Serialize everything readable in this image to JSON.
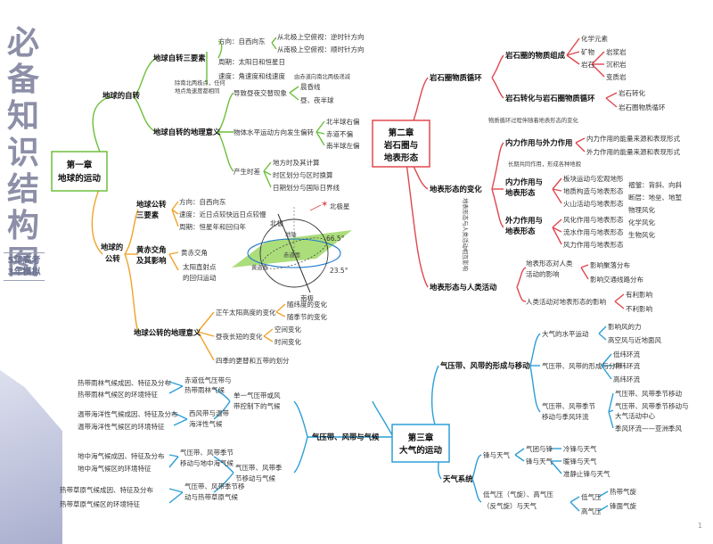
{
  "sidebar": {
    "title": "必备知识结构图",
    "subtitle": "5年高考 3年模拟"
  },
  "page_number": "1",
  "ch1": {
    "title1": "第一章",
    "title2": "地球的运动",
    "rotation": {
      "label": "地球的自转",
      "three": {
        "label": "地球自转三要素",
        "dir": "方向：自西向东",
        "dir_n": "从北极上空俯视：逆时针方向",
        "dir_s": "从南极上空俯视：顺时针方向",
        "period": "周期：太阳日和恒星日",
        "speed": "速度：角速度和线速度",
        "speed_note": "由赤道向南北两极递减",
        "pole_note": "除南北两极点，任何地点角速度都相同"
      },
      "sig": {
        "label": "地球自转的地理意义",
        "daynight": "导致昼夜交替现象",
        "daynight_a": "晨昏线",
        "daynight_b": "昼、夜半球",
        "deflect": "物体水平运动方向发生偏转",
        "deflect_n": "北半球右偏",
        "deflect_e": "赤道不偏",
        "deflect_s": "南半球左偏",
        "time": "产生时差",
        "time_a": "地方时及其计算",
        "time_b": "时区划分与区时换算",
        "time_c": "日期划分与国际日界线"
      }
    },
    "revolution": {
      "label": "地球的公转",
      "three": {
        "label": "地球公转三要素",
        "dir": "方向：自西向东",
        "speed": "速度：近日点较快远日点较慢",
        "period": "周期：恒星年和回归年"
      },
      "ecliptic": {
        "label": "黄赤交角及其影响",
        "a": "黄赤交角",
        "b": "太阳直射点的回归运动"
      },
      "diagram": {
        "north_star": "北极星",
        "north_pole": "北极",
        "south_pole": "南极",
        "angle1": "66.5°",
        "angle2": "23.5°",
        "ecliptic_plane": "黄道面",
        "equator_plane": "赤道面",
        "axis_label": "地轴"
      },
      "sig": {
        "label": "地球公转的地理意义",
        "noon": "正午太阳高度的变化",
        "noon_a": "随纬度的变化",
        "noon_b": "随季节的变化",
        "daylen": "昼夜长短的变化",
        "daylen_a": "空间变化",
        "daylen_b": "时间变化",
        "seasons": "四季的更替和五带的划分"
      }
    }
  },
  "ch2": {
    "title1": "第二章",
    "title2": "岩石圈与",
    "title3": "地表形态",
    "rock": {
      "label": "岩石圈物质循环",
      "comp": "岩石圈的物质组成",
      "c1": "化学元素",
      "c2": "矿物",
      "c3": "岩石",
      "r1": "岩浆岩",
      "r2": "沉积岩",
      "r3": "变质岩",
      "trans": "岩石转化与岩石圈物质循环",
      "t1": "岩石转化",
      "t2": "岩石圈物质循环",
      "note": "物质循环过程伴随着地表形态的变化"
    },
    "landform": {
      "label": "地表形态的变化",
      "io": "内力作用与外力作用",
      "io_a": "内力作用的能量来源和表现形式",
      "io_b": "外力作用的能量来源和表现形式",
      "io_note": "长期共同作用，形成各种地貌",
      "plate": "内力作用与地表形态",
      "plate_a": "板块运动与宏观地形",
      "plate_b": "地质构造与地表形态",
      "plate_c": "火山活动与地表形态",
      "weather": "外力作用与地表形态",
      "w_a": "风化作用与地表形态",
      "w_b": "流水作用与地表形态",
      "w_c": "风力作用与地表形态",
      "fold": "褶皱：背斜、向斜",
      "fault": "断层：地垒、地堑",
      "phys": "物理风化",
      "chem": "化学风化",
      "bio": "生物风化",
      "vnote": "地表形态与人类活动相互影响"
    },
    "human": {
      "label": "地表形态与人类活动",
      "h1": "地表形态对人类活动的影响",
      "h1a": "影响聚落分布",
      "h1b": "影响交通线路分布",
      "h2": "人类活动对地表形态的影响",
      "h2a": "有利影响",
      "h2b": "不利影响"
    }
  },
  "ch3": {
    "title1": "第三章",
    "title2": "大气的运动",
    "pressure": {
      "label": "气压带、风带的形成与移动",
      "hw": "大气的水平运动",
      "hw_a": "影响风的力",
      "hw_b": "高空风与近地面风",
      "belt": "气压带、风带的形成与分带",
      "belt_a": "低纬环流",
      "belt_b": "中纬环流",
      "belt_c": "高纬环流",
      "move": "气压带、风带季节移动与季风环流",
      "move_a": "气压带、风带季节移动",
      "move_b": "气压带、风带季节移动与大气活动中心",
      "move_c": "季风环流——亚洲季风"
    },
    "system": {
      "label": "天气系统",
      "front": "锋与天气",
      "f1": "气团与锋",
      "f2": "锋与天气",
      "f1a": "冷锋与天气",
      "f2a": "暖锋与天气",
      "f2b": "准静止锋与天气",
      "cyc": "低气压（气旋）、高气压（反气旋）与天气",
      "low": "低气压",
      "high": "高气压",
      "low_a": "热带气旋",
      "high_a": "锋面气旋"
    },
    "climate": {
      "label": "气压带、风带与气候",
      "single": "单一气压带或风带控制下的气候",
      "s1": "赤道低气压带与热带雨林气候",
      "s1a": "热带雨林气候成因、特征及分布",
      "s1b": "热带雨林气候区的环境特征",
      "s2": "西风带与温带海洋性气候",
      "s2a": "温带海洋性气候成因、特征及分布",
      "s2b": "温带海洋性气候区的环境特征",
      "alt": "气压带、风带季节移动与气候",
      "a1": "气压带、风带季节移动与地中海气候",
      "a1a": "地中海气候成因、特征及分布",
      "a1b": "地中海气候区的环境特征",
      "a2": "气压带、风带季节移动与热带草原气候",
      "a2a": "热带草原气候成因、特征及分布",
      "a2b": "热带草原气候区的环境特征"
    }
  }
}
